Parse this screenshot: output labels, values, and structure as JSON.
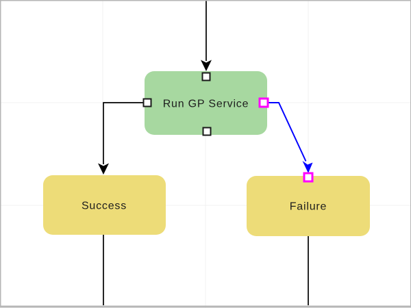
{
  "canvas": {
    "background_color": "#ffffff",
    "border_color": "#b6b6b6",
    "grid_color": "#f1f1f1"
  },
  "colors": {
    "edge_default": "#000000",
    "edge_selected": "#0000ff",
    "port_stroke": "#1a1a1a",
    "port_selected_stroke": "#ff00ff",
    "label_color": "#1d1d1d"
  },
  "nodes": [
    {
      "id": "run-gp-service",
      "label": "Run GP Service",
      "type": "process",
      "fill": "#a7d8a0"
    },
    {
      "id": "success",
      "label": "Success",
      "type": "outcome",
      "fill": "#eddc78"
    },
    {
      "id": "failure",
      "label": "Failure",
      "type": "outcome",
      "fill": "#eddc78"
    }
  ],
  "edges": [
    {
      "from": "offscreen-top",
      "to": "run-gp-service",
      "color": "#000000",
      "selected": false
    },
    {
      "from": "run-gp-service",
      "to": "success",
      "color": "#000000",
      "selected": false
    },
    {
      "from": "run-gp-service",
      "to": "failure",
      "color": "#0000ff",
      "selected": true
    },
    {
      "from": "success",
      "to": "offscreen-bottom",
      "color": "#000000",
      "selected": false
    },
    {
      "from": "failure",
      "to": "offscreen-bottom",
      "color": "#000000",
      "selected": false
    }
  ]
}
